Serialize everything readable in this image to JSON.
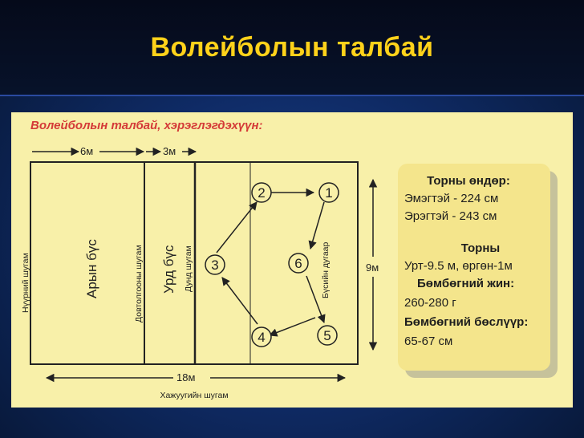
{
  "slide": {
    "title": "Волейболын талбай"
  },
  "figure": {
    "caption": "Волейболын талбай, хэрэглэгдэхүүн:",
    "dimensions": {
      "width_6m": "6м",
      "width_3m": "3м",
      "height": "9м",
      "length": "18м"
    },
    "zones": {
      "back": "Арын бүс",
      "front": "Урд бүс"
    },
    "lines": {
      "end": "Нүүрний шугам",
      "attack": "Довтолгооны шугам",
      "center": "Дунд шугам",
      "side": "Хажуугийн шугам",
      "serve": "Бүсийн дугаар"
    },
    "positions": [
      "1",
      "2",
      "3",
      "4",
      "5",
      "6"
    ],
    "info": {
      "net_height_title": "Торны өндөр:",
      "women": "Эмэгтэй - 224 см",
      "men": "Эрэгтэй - 243 см",
      "net_title": "Торны",
      "net_size": "Урт-9.5 м, өргөн-1м",
      "ball_weight_title": "Бөмбөгний жин:",
      "ball_weight": "260-280 г",
      "ball_circ_title": "Бөмбөгний бөслүүр:",
      "ball_circ": "65-67 см"
    }
  },
  "colors": {
    "title": "#ffd21a",
    "court": "#f8f0a9",
    "caption": "#d43a38",
    "info_box": "#f4e58c"
  }
}
